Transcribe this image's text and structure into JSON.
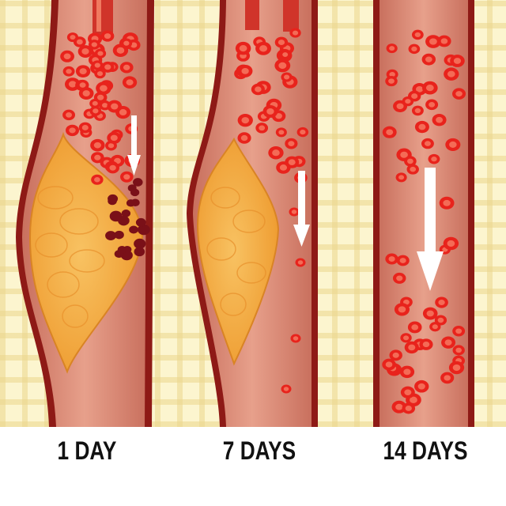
{
  "panels": [
    {
      "label": "1 DAY"
    },
    {
      "label": "7 DAYS"
    },
    {
      "label": "14 DAYS"
    }
  ],
  "colors": {
    "background": "#fcf5cf",
    "vessel_wall": "#c63a2c",
    "vessel_outline": "#8e1a16",
    "vessel_lumen": "#d98a77",
    "plaque": "#f2a63a",
    "plaque_light": "#f8c262",
    "blood_cell": "#e8231c",
    "blood_cell_center": "#f46b56",
    "clot_cell": "#7a1018",
    "arrow": "#ffffff"
  },
  "icons": [
    "down-arrow-icon"
  ]
}
